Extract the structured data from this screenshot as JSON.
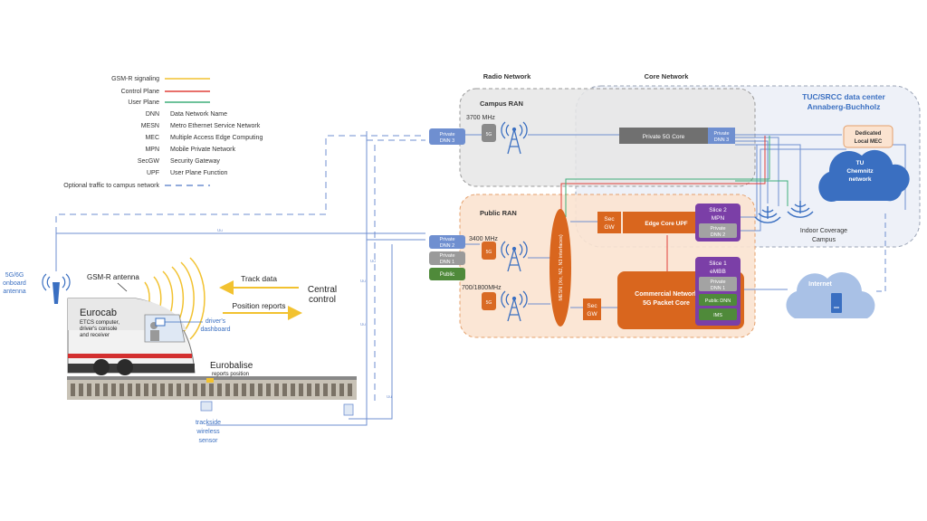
{
  "legend": {
    "lines": [
      {
        "label": "GSM-R signaling",
        "color": "#f2c230"
      },
      {
        "label": "Control Plane",
        "color": "#e0403a"
      },
      {
        "label": "User Plane",
        "color": "#3fae7a"
      }
    ],
    "abbreviations": [
      {
        "abbr": "DNN",
        "desc": "Data Network Name"
      },
      {
        "abbr": "MESN",
        "desc": "Metro Ethernet Service Network"
      },
      {
        "abbr": "MEC",
        "desc": "Multiple Access Edge Computing"
      },
      {
        "abbr": "MPN",
        "desc": "Mobile Private Network"
      },
      {
        "abbr": "SecGW",
        "desc": "Security Gateway"
      },
      {
        "abbr": "UPF",
        "desc": "User Plane Function"
      }
    ],
    "optional": "Optional traffic to campus network"
  },
  "sections": {
    "radio_network": "Radio Network",
    "core_network": "Core Network",
    "campus_ran": "Campus RAN",
    "public_ran": "Public RAN",
    "dc_title_1": "TUC/SRCC data center",
    "dc_title_2": "Annaberg-Buchholz"
  },
  "campus": {
    "freq": "3700 MHz",
    "dnn3": [
      "Private",
      "DNN 3"
    ],
    "core": "Private 5G Core",
    "core_dnn3": [
      "Private",
      "DNN 3"
    ],
    "mec": [
      "Dedicated",
      "Local MEC"
    ],
    "cloud": [
      "TU",
      "Chemnitz",
      "network"
    ],
    "indoor": [
      "Indoor Coverage",
      "Campus"
    ]
  },
  "public": {
    "dnn2": [
      "Private",
      "DNN 2"
    ],
    "dnn1": [
      "Private",
      "DNN 1"
    ],
    "public": "Public",
    "freq1": "3400 MHz",
    "freq2": "700/1800MHz",
    "badge": "5G",
    "mesn": "MESN (Xn, N2, N3 interfaces)",
    "secgw": [
      "Sec",
      "GW"
    ],
    "edge_upf": "Edge Core UPF",
    "slice2": [
      "Slice 2",
      "MPN"
    ],
    "slice2_dnn": [
      "Private",
      "DNN 2"
    ],
    "commercial": [
      "Commercial Network",
      "5G Packet Core"
    ],
    "slice1": [
      "Slice 1",
      "eMBB"
    ],
    "slice1_dnn": [
      "Private",
      "DNN 1"
    ],
    "public_dnn": "Public DNN",
    "ims": "IMS"
  },
  "internet": "Internet",
  "train": {
    "antenna_label": [
      "5G/6G",
      "onboard",
      "antenna"
    ],
    "gsmr_antenna": "GSM-R antenna",
    "track_data": "Track data",
    "position_reports": "Position reports",
    "central_control": [
      "Central",
      "control"
    ],
    "eurocab": "Eurocab",
    "eurocab_sub": [
      "ETCS computer,",
      "driver's console",
      "and receiver"
    ],
    "dashboard": [
      "driver's",
      "dashboard"
    ],
    "eurobalise": "Eurobalise",
    "eurobalise_sub": "reports position",
    "sensor": [
      "trackside",
      "wireless",
      "sensor"
    ]
  },
  "line_labels": {
    "uu": "Uu"
  }
}
